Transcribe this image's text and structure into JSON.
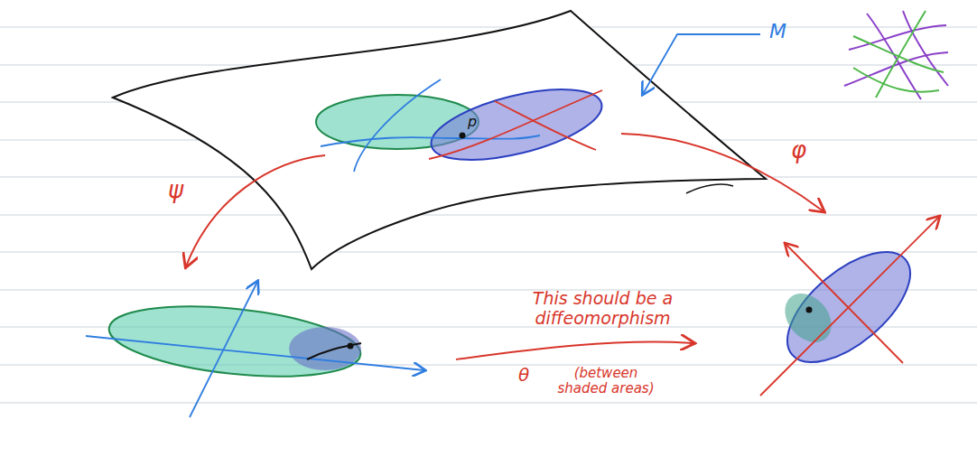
{
  "diagram": {
    "labels": [
      "M",
      "φ",
      "ψ",
      "p",
      "This should be a diffeomorphism",
      "θ",
      "(between shaded areas)"
    ]
  }
}
